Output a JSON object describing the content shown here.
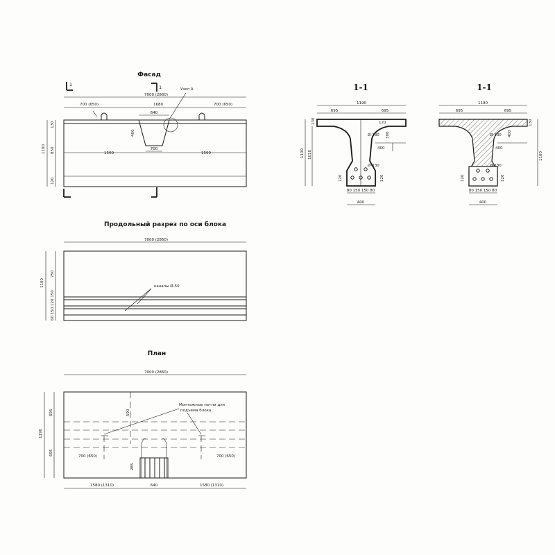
{
  "facade": {
    "title": "Фасад",
    "dim_total": "7000 (2860)",
    "dim_left_loop": "700 (650)",
    "dim_right_loop": "700 (650)",
    "dim_mid": "1680",
    "dim_notch": "640",
    "dim_notch_bottom": "700",
    "dim_left_half": "1500",
    "dim_right_half": "1500",
    "node_label": "Узел А",
    "dim_height": "1100",
    "dim_h1": "130",
    "dim_h2": "850",
    "dim_h3": "120",
    "dim_notch_h": "400",
    "cut_left": "1",
    "cut_right": "1"
  },
  "longitudinal": {
    "title": "Продольный разрез по оси блока",
    "dim_total": "7000 (2860)",
    "rebar_label": "каналы Ø-50",
    "dim_height": "1100",
    "dim_h1": "750",
    "dim_h2": "60 150 120 150"
  },
  "plan": {
    "title": "План",
    "dim_total": "7000 (2860)",
    "loops_label_1": "Монтажные петли для",
    "loops_label_2": "подъема блока",
    "dim_left_loop": "700 (650)",
    "dim_right_loop": "700 (650)",
    "dim_bottom_left": "1580 (1310)",
    "dim_bottom_mid": "640",
    "dim_bottom_right": "1580 (1310)",
    "dim_width": "1190",
    "dim_w1": "695",
    "dim_w2": "695",
    "dim_notch_h": "590",
    "dim_notch_w": "285"
  },
  "section_a": {
    "title": "1-1",
    "dim_top": "1190",
    "dim_left": "695",
    "dim_right": "695",
    "dim_slab": "130",
    "dim_haunch": "120",
    "dim_web": "400",
    "dim_step": "300",
    "dim_height": "1100",
    "dim_inner": "1010",
    "dim_rebar_top": "Ø-130",
    "dim_rebar_bot": "Ø-130",
    "dim_side": "120",
    "dim_bottom_parts": "80 150 150 80",
    "dim_bottom": "400"
  },
  "section_b": {
    "title": "1-1",
    "dim_top": "1190",
    "dim_left": "695",
    "dim_right": "695",
    "dim_slab": "130",
    "dim_height": "1100",
    "dim_web": "400",
    "dim_haunch": "400",
    "dim_rebar_top": "Ø-130",
    "dim_rebar_bot": "Ø-130",
    "dim_bottom_parts": "80 150 150 80",
    "dim_bottom": "400",
    "dim_side": "120"
  }
}
